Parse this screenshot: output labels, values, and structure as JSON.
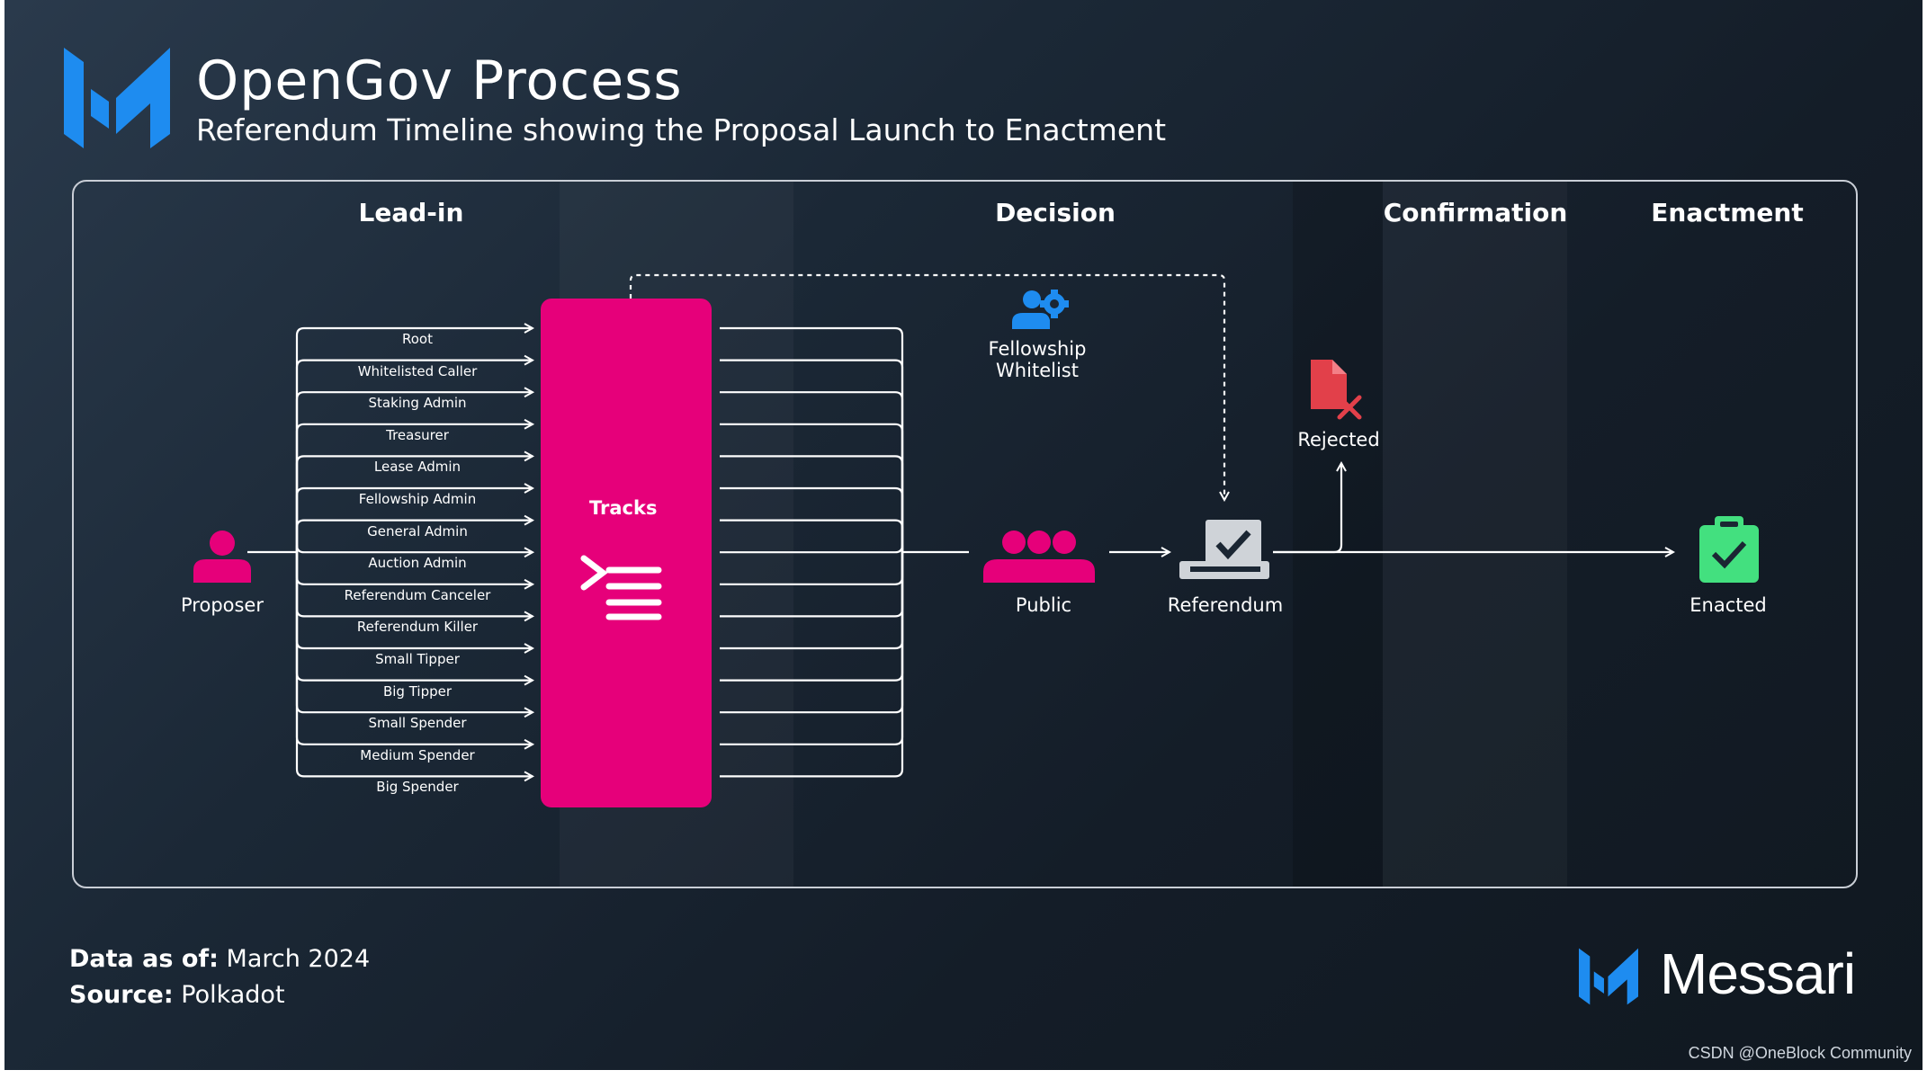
{
  "header": {
    "title": "OpenGov Process",
    "subtitle": "Referendum Timeline showing the Proposal Launch to Enactment"
  },
  "phases": [
    "Lead-in",
    "Decision",
    "Confirmation",
    "Enactment"
  ],
  "tracks": {
    "label": "Tracks",
    "items": [
      "Root",
      "Whitelisted Caller",
      "Staking Admin",
      "Treasurer",
      "Lease Admin",
      "Fellowship Admin",
      "General Admin",
      "Auction Admin",
      "Referendum Canceler",
      "Referendum Killer",
      "Small Tipper",
      "Big Tipper",
      "Small Spender",
      "Medium Spender",
      "Big Spender"
    ]
  },
  "nodes": {
    "proposer": "Proposer",
    "public": "Public",
    "referendum": "Referendum",
    "rejected": "Rejected",
    "enacted": "Enacted",
    "fellowship_line1": "Fellowship",
    "fellowship_line2": "Whitelist"
  },
  "footer": {
    "data_label": "Data as of:",
    "data_value": "March 2024",
    "source_label": "Source:",
    "source_value": "Polkadot",
    "brand": "Messari"
  },
  "watermark": "CSDN @OneBlock Community",
  "colors": {
    "accent_pink": "#e6007a",
    "brand_blue": "#1e8cf0",
    "rejected_red": "#e2404a",
    "enacted_green": "#43e07f"
  }
}
